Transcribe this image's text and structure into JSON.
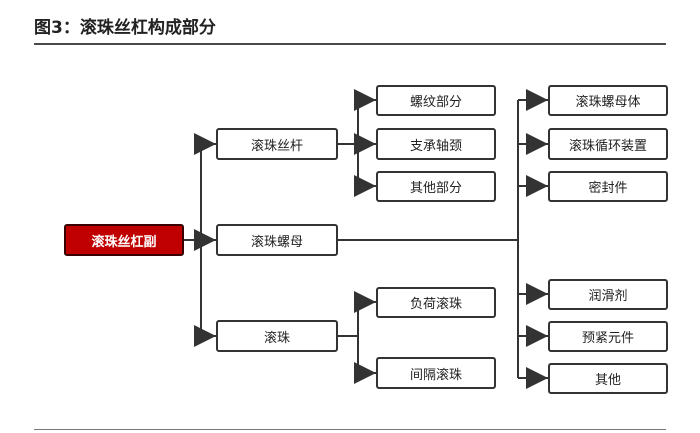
{
  "title": "图3：滚珠丝杠构成部分",
  "colors": {
    "root_fill": "#c00000",
    "root_text": "#ffffff",
    "line": "#333333"
  },
  "nodes": {
    "root": "滚珠丝杠副",
    "screw": "滚珠丝杆",
    "nut": "滚珠螺母",
    "ball": "滚珠",
    "thread_part": "螺纹部分",
    "journal": "支承轴颈",
    "other_part": "其他部分",
    "nut_body": "滚珠螺母体",
    "recirc": "滚珠循环装置",
    "seal": "密封件",
    "lube": "润滑剂",
    "preload": "预紧元件",
    "other": "其他",
    "load_ball": "负荷滚珠",
    "spacer_ball": "间隔滚珠"
  }
}
